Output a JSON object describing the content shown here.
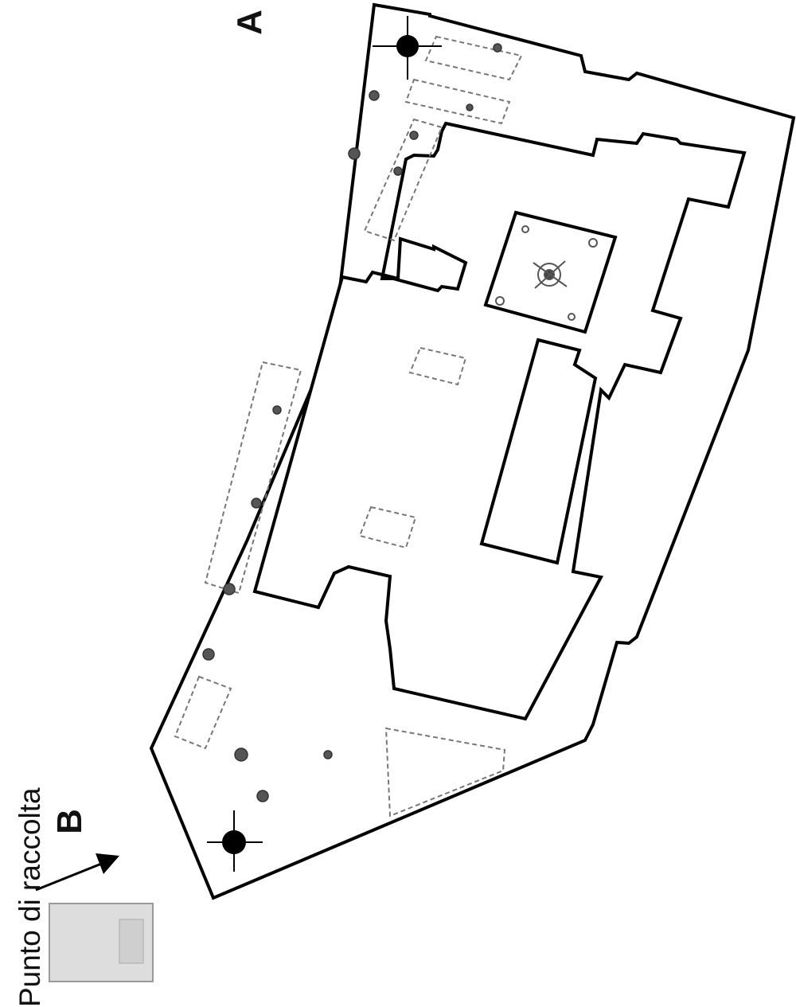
{
  "labels": {
    "point_a": "A",
    "point_b": "B",
    "collection_point": "Punto di raccolta"
  },
  "colors": {
    "outline": "#000000",
    "fill": "#ffffff",
    "dashed_detail": "#777777",
    "collection_area": "#dddddd",
    "marker": "#000000"
  },
  "icons": {
    "marker_a": "crosshair-marker-icon",
    "marker_b": "crosshair-marker-icon",
    "trees": "tree-symbol-icon",
    "arrow": "arrow-icon"
  }
}
